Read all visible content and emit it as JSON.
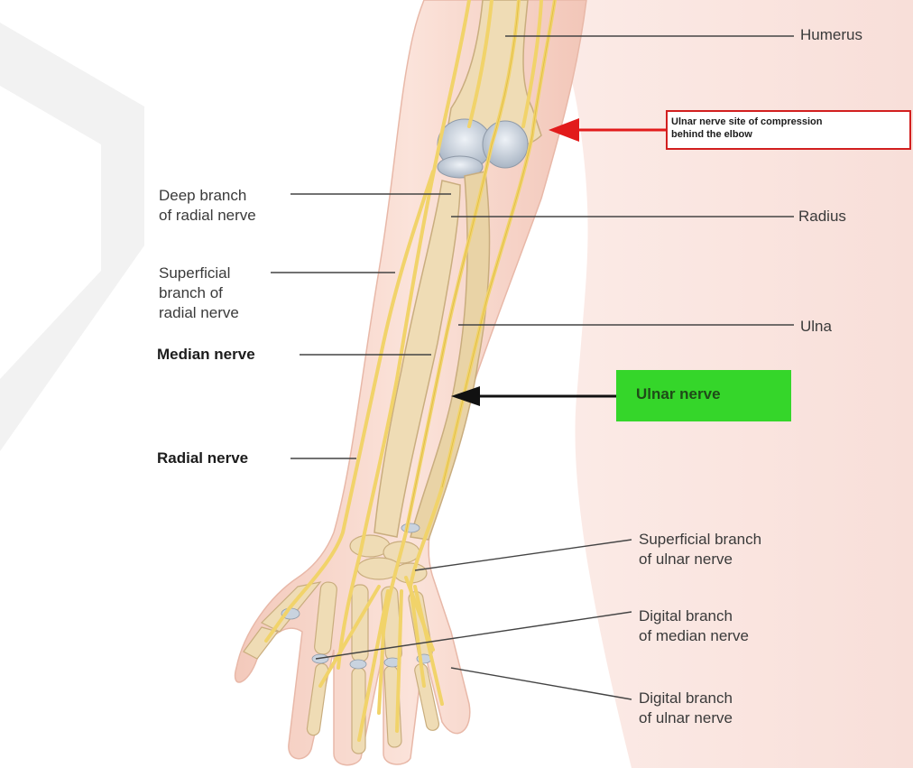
{
  "labels": {
    "humerus": "Humerus",
    "deep_branch_radial": "Deep branch\nof radial nerve",
    "radius": "Radius",
    "superficial_branch_radial": "Superficial\nbranch of\nradial nerve",
    "ulna": "Ulna",
    "median_nerve": "Median nerve",
    "radial_nerve": "Radial nerve",
    "superficial_branch_ulnar": "Superficial branch\nof ulnar nerve",
    "digital_branch_median": "Digital branch\nof median nerve",
    "digital_branch_ulnar": "Digital branch\nof ulnar nerve"
  },
  "callouts": {
    "compression": "Ulnar nerve site of compression\nbehind the elbow",
    "ulnar_nerve": "Ulnar nerve"
  },
  "colors": {
    "skin": "#f6d9cf",
    "skin_edge": "#e8b8a8",
    "bone": "#efdcb5",
    "bone_edge": "#c9ad7e",
    "nerve": "#f1d36a",
    "nerve_edge": "#d4ad2e",
    "cartilage": "#c9d3df",
    "watermark": "#ececec",
    "red_arrow": "#e21b1b",
    "green_highlight": "#35d62a",
    "leader_line": "#444444"
  }
}
